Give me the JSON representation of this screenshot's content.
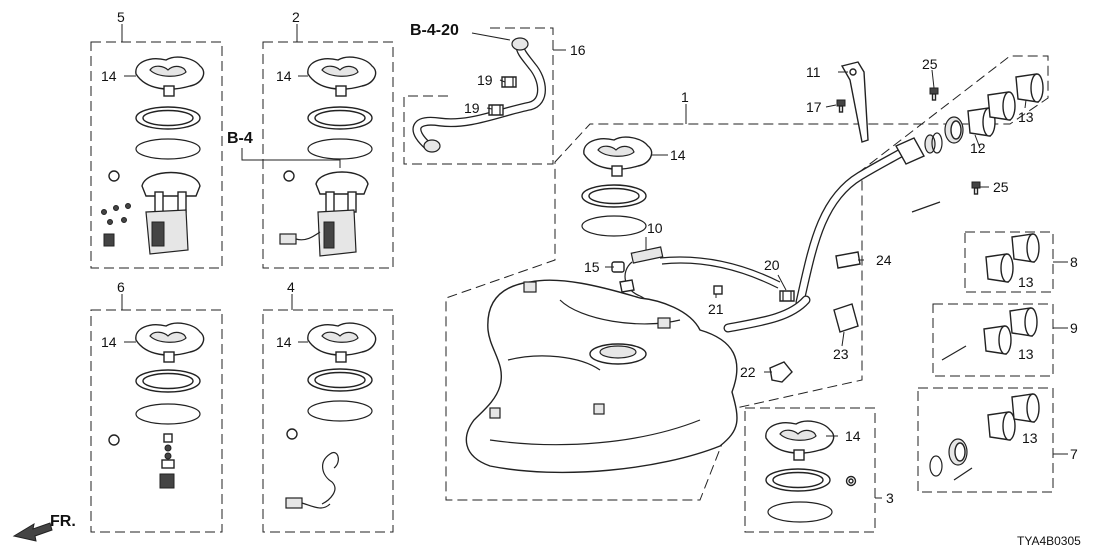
{
  "callouts": {
    "n1": "1",
    "n2": "2",
    "n3": "3",
    "n4": "4",
    "n5": "5",
    "n6": "6",
    "n7": "7",
    "n8": "8",
    "n9": "9",
    "n10": "10",
    "n11": "11",
    "n12": "12",
    "n13": "13",
    "n14": "14",
    "n15": "15",
    "n16": "16",
    "n17": "17",
    "n19": "19",
    "n20": "20",
    "n21": "21",
    "n22": "22",
    "n23": "23",
    "n24": "24",
    "n25": "25"
  },
  "refs": {
    "b4_20": "B-4-20",
    "b4": "B-4"
  },
  "direction": "FR.",
  "diagram_code": "TYA4B0305"
}
